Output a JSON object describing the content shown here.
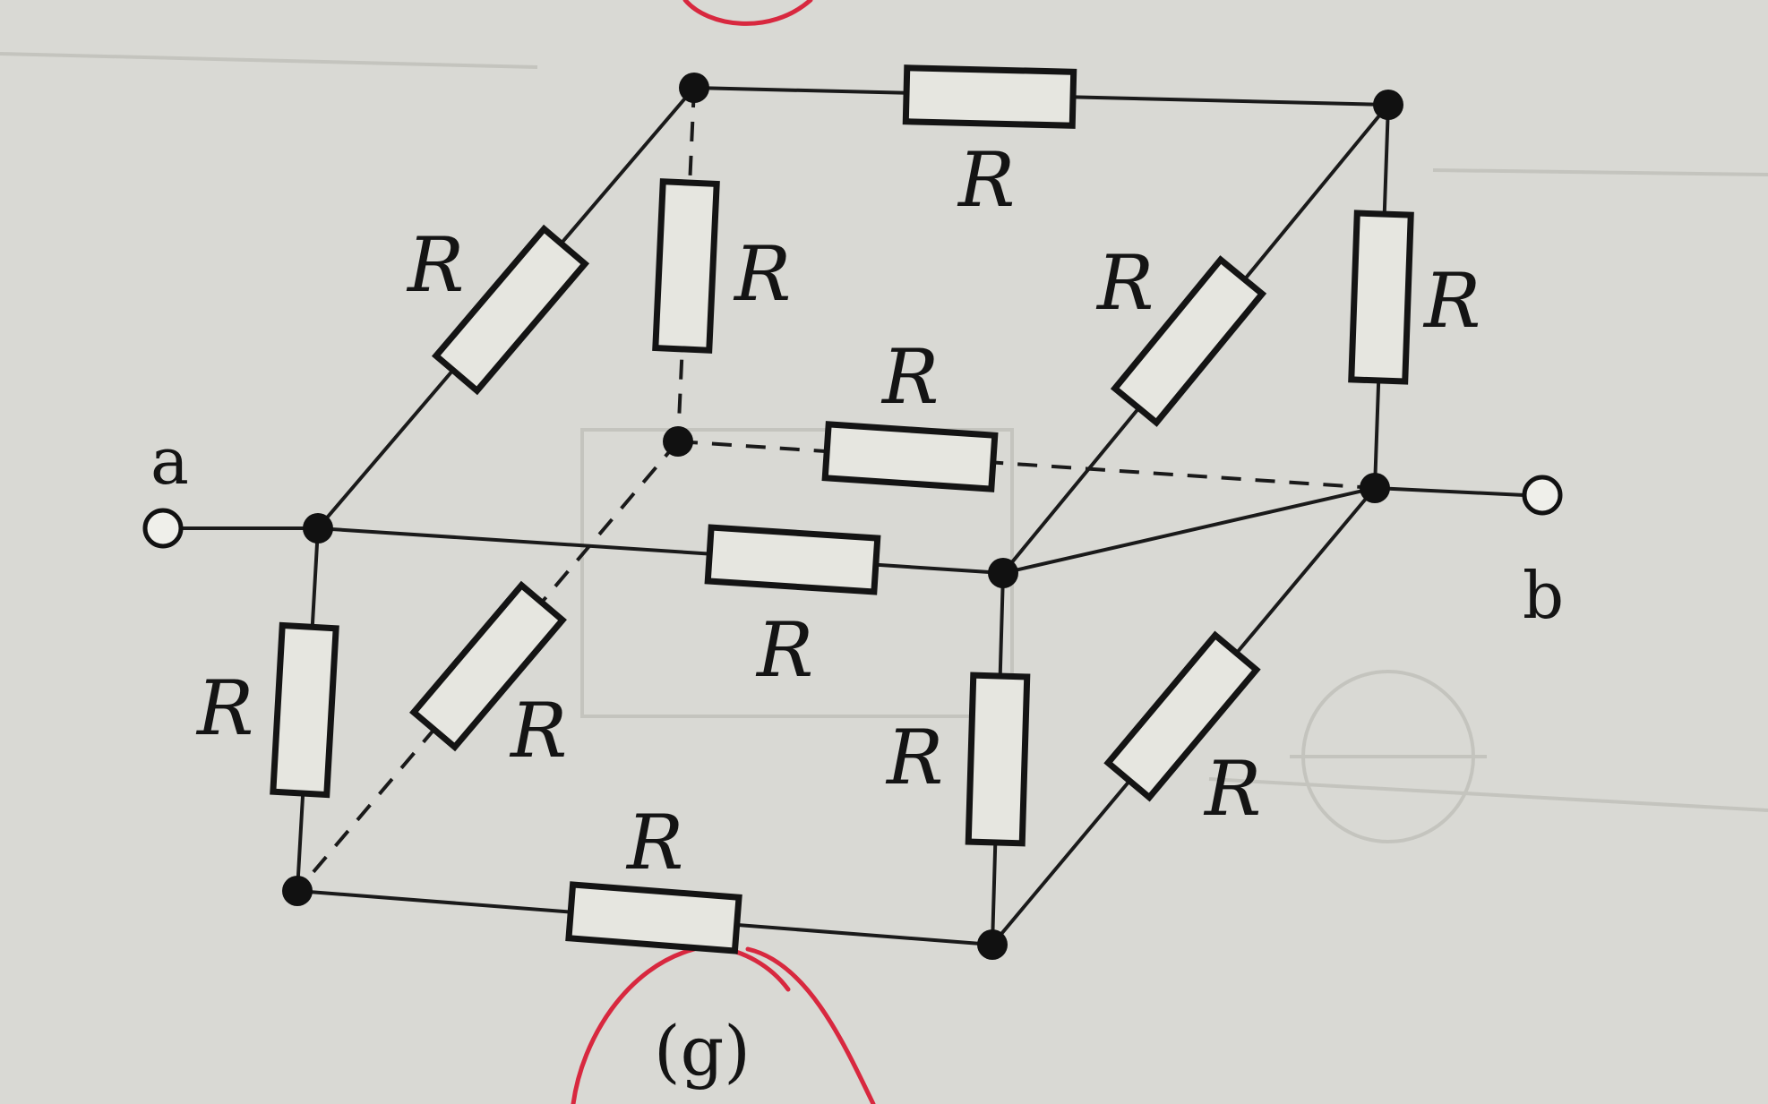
{
  "figure": {
    "resistor_label": "R",
    "terminal_a": "a",
    "terminal_b": "b",
    "caption": "(g)"
  },
  "colors": {
    "paper": "#d9d9d4",
    "ink": "#141414",
    "annotation": "#d8283f"
  }
}
